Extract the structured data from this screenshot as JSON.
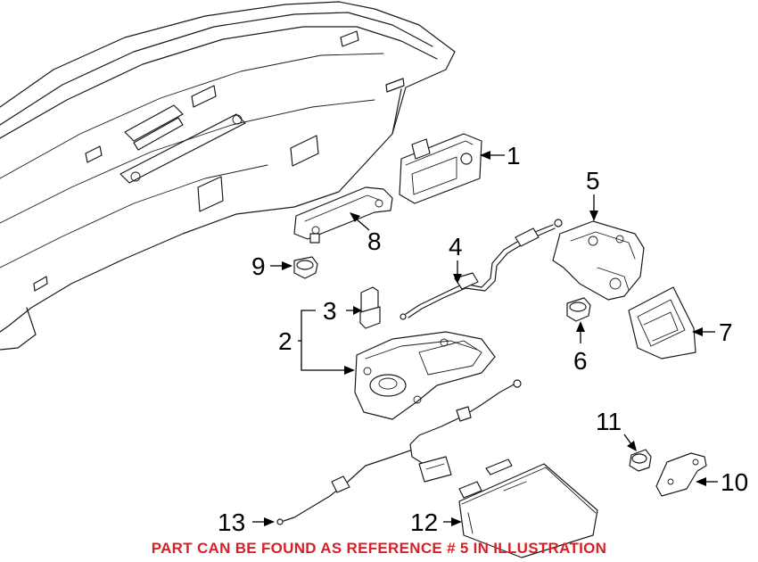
{
  "callouts": {
    "c1": "1",
    "c2": "2",
    "c3": "3",
    "c4": "4",
    "c5": "5",
    "c6": "6",
    "c7": "7",
    "c8": "8",
    "c9": "9",
    "c10": "10",
    "c11": "11",
    "c12": "12",
    "c13": "13"
  },
  "footer": {
    "note": "PART CAN BE FOUND AS REFERENCE # 5 IN ILLUSTRATION",
    "color": "#d81f26"
  }
}
